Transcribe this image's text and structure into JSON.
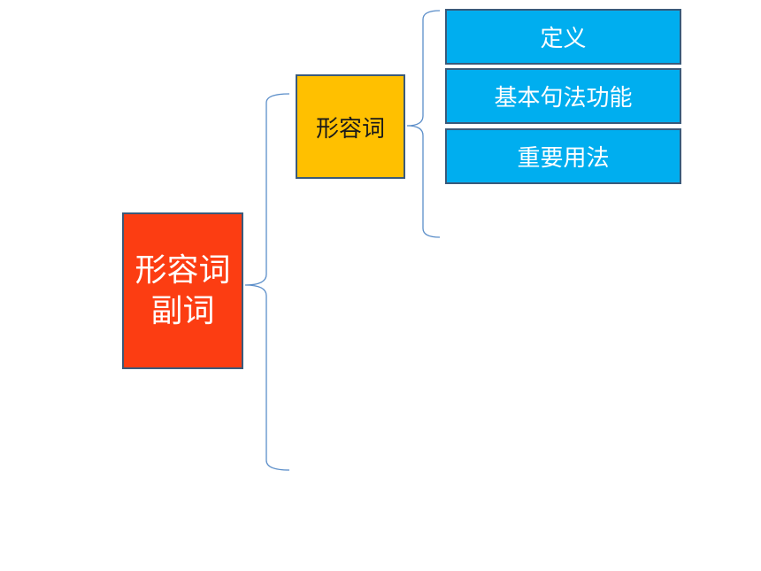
{
  "root": {
    "line1": "形容词",
    "line2": "副词",
    "color": "#fc3d12"
  },
  "branch": {
    "label": "形容词",
    "color": "#ffc000"
  },
  "leaves": [
    {
      "label": "定义"
    },
    {
      "label": "基本句法功能"
    },
    {
      "label": "重要用法"
    }
  ],
  "leaf_color": "#00aeef",
  "connector_color": "#5b8ec9"
}
